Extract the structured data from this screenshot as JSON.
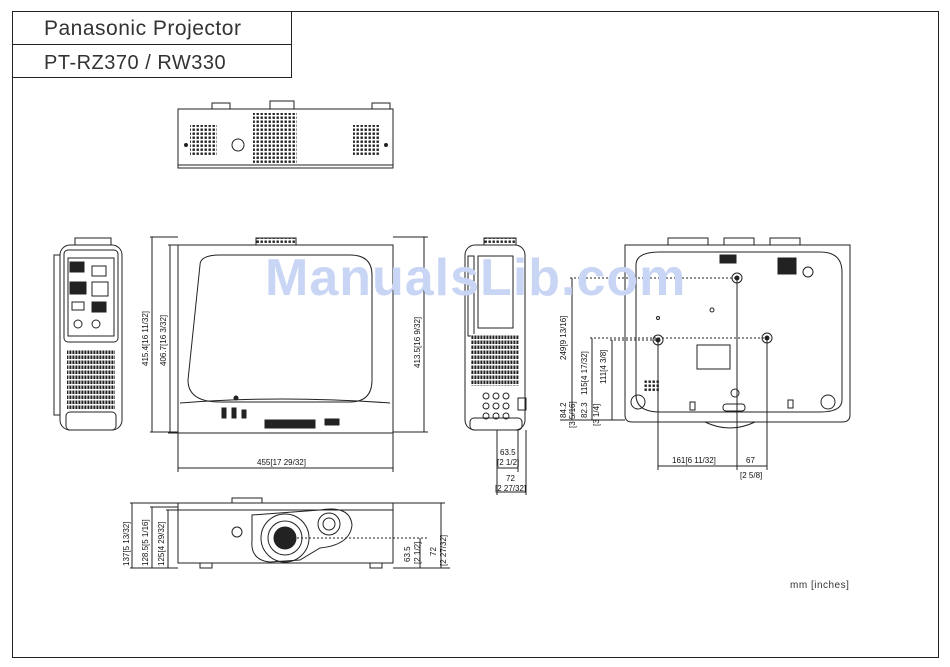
{
  "title_block": {
    "brand_line": "Panasonic Projector",
    "model_line": "PT-RZ370 / RW330"
  },
  "watermark": "ManualsLib.com",
  "units_note": "mm [inches]",
  "dimensions": {
    "front_height_overall": "415.4[16 11/32]",
    "front_height_body": "406.7[16 3/32]",
    "front_height_right": "413.5[16 9/32]",
    "front_width": "455[17 29/32]",
    "side_depth_mm": "63.5",
    "side_depth_in": "[2 1/2]",
    "side_total_mm": "72",
    "side_total_in": "[2 27/32]",
    "bottom_249": "249[9 13/16]",
    "bottom_115": "115[4 17/32]",
    "bottom_111": "111[4 3/8]",
    "bottom_84_mm": "84.2",
    "bottom_84_in": "[3 5/16]",
    "bottom_82_mm": "82.3",
    "bottom_82_in": "[3 1/4]",
    "bottom_161": "161[6 11/32]",
    "bottom_67_mm": "67",
    "bottom_67_in": "[2 5/8]",
    "lens_137": "137[5 13/32]",
    "lens_128": "128.5[5 1/16]",
    "lens_125": "125[4 29/32]",
    "lens_63_mm": "63.5",
    "lens_63_in": "[2 1/2]",
    "lens_72_mm": "72",
    "lens_72_in": "[2 27/32]"
  },
  "colors": {
    "line": "#222222",
    "watermark": "#c9d5f4"
  }
}
